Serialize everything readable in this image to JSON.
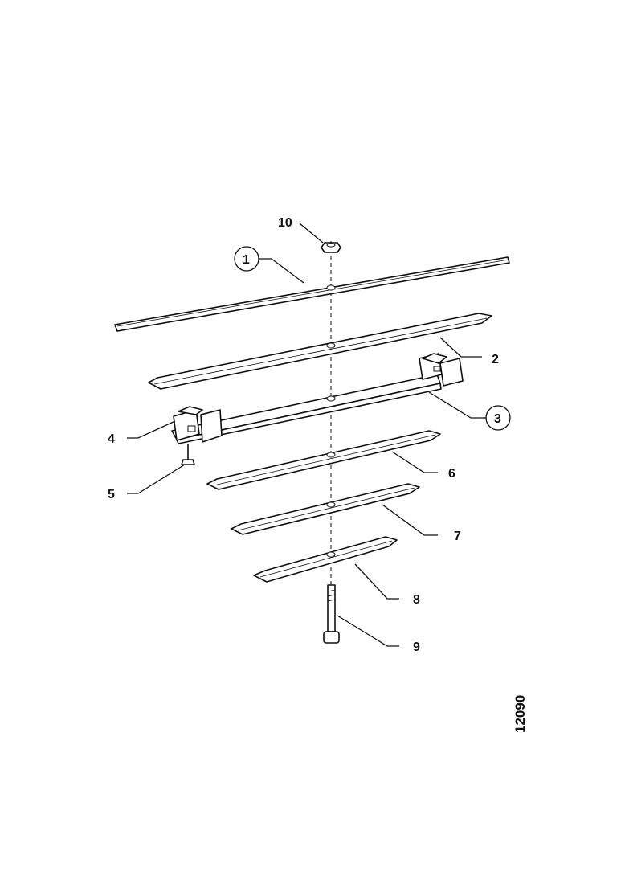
{
  "drawing_number": "12090",
  "callouts": [
    {
      "id": "1",
      "label": "1",
      "circled": true
    },
    {
      "id": "2",
      "label": "2",
      "circled": false
    },
    {
      "id": "3",
      "label": "3",
      "circled": true
    },
    {
      "id": "4",
      "label": "4",
      "circled": false
    },
    {
      "id": "5",
      "label": "5",
      "circled": false
    },
    {
      "id": "6",
      "label": "6",
      "circled": false
    },
    {
      "id": "7",
      "label": "7",
      "circled": false
    },
    {
      "id": "8",
      "label": "8",
      "circled": false
    },
    {
      "id": "9",
      "label": "9",
      "circled": false
    },
    {
      "id": "10",
      "label": "10",
      "circled": false
    }
  ]
}
